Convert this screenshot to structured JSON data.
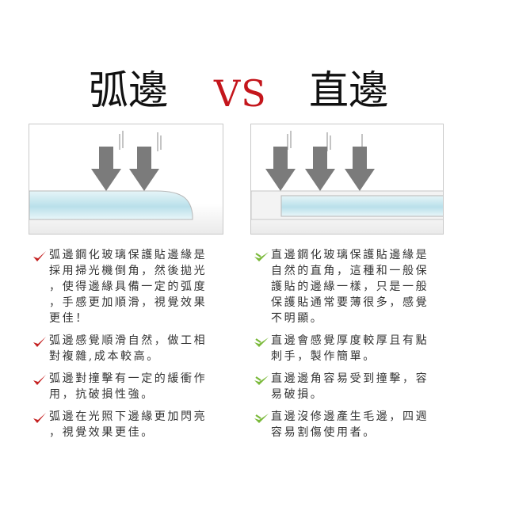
{
  "header": {
    "left_title": "弧邊",
    "vs_label": "VS",
    "right_title": "直邊",
    "vs_color": "#c4161c"
  },
  "left_panel": {
    "edge_type": "rounded",
    "glass_color": "#bfe4ec"
  },
  "right_panel": {
    "edge_type": "straight",
    "glass_color": "#bfe4ec"
  },
  "left_list": {
    "check_icon": "red-check-icon",
    "check_color": "#c42020",
    "items": [
      "弧邊鋼化玻璃保護貼邊緣是\n採用掃光機倒角，然後拋光\n，使得邊緣具備一定的弧度\n，手感更加順滑，視覺效果\n更佳！",
      "弧邊感覺順滑自然，做工相\n對複雜,成本較高。",
      "弧邊對撞擊有一定的緩衝作\n用，抗破損性強。",
      "弧邊在光照下邊緣更加閃亮\n，視覺效果更佳。"
    ]
  },
  "right_list": {
    "check_icon": "green-check-icon",
    "check_color": "#7ab93a",
    "items": [
      "直邊鋼化玻璃保護貼邊緣是\n自然的直角，這種和一般保\n護貼的邊緣一樣，只是一般\n保護貼通常要薄很多，感覺\n不明顯。",
      "直邊會感覺厚度較厚且有點\n刺手，製作簡單。",
      "直邊邊角容易受到撞擊，容\n易破損。",
      "直邊沒修邊產生毛邊，四週\n容易割傷使用者。"
    ]
  }
}
